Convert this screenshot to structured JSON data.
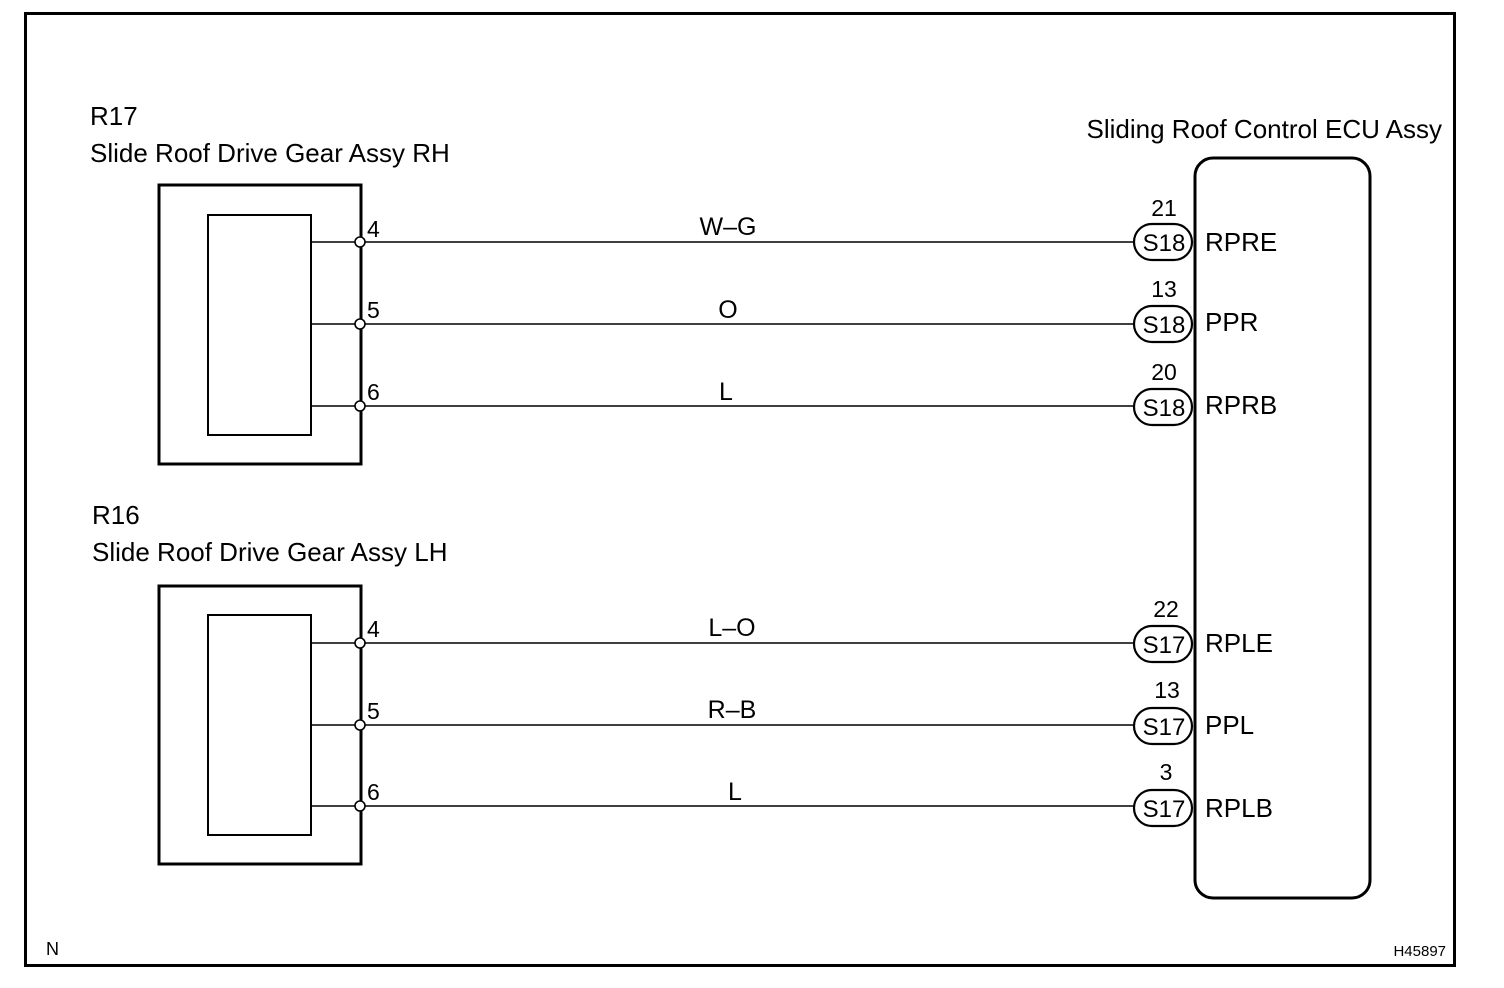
{
  "components": {
    "rh": {
      "code": "R17",
      "name": "Slide Roof Drive Gear Assy RH",
      "pins": [
        {
          "pin": "4",
          "wire": "W–G",
          "connector": "S18",
          "ecu_pin": "21",
          "terminal": "RPRE"
        },
        {
          "pin": "5",
          "wire": "O",
          "connector": "S18",
          "ecu_pin": "13",
          "terminal": "PPR"
        },
        {
          "pin": "6",
          "wire": "L",
          "connector": "S18",
          "ecu_pin": "20",
          "terminal": "RPRB"
        }
      ]
    },
    "lh": {
      "code": "R16",
      "name": "Slide Roof Drive Gear Assy LH",
      "pins": [
        {
          "pin": "4",
          "wire": "L–O",
          "connector": "S17",
          "ecu_pin": "22",
          "terminal": "RPLE"
        },
        {
          "pin": "5",
          "wire": "R–B",
          "connector": "S17",
          "ecu_pin": "13",
          "terminal": "PPL"
        },
        {
          "pin": "6",
          "wire": "L",
          "connector": "S17",
          "ecu_pin": "3",
          "terminal": "RPLB"
        }
      ]
    }
  },
  "ecu": {
    "name": "Sliding Roof Control ECU Assy"
  },
  "corner_mark": "N",
  "figure_ref": "H45897"
}
